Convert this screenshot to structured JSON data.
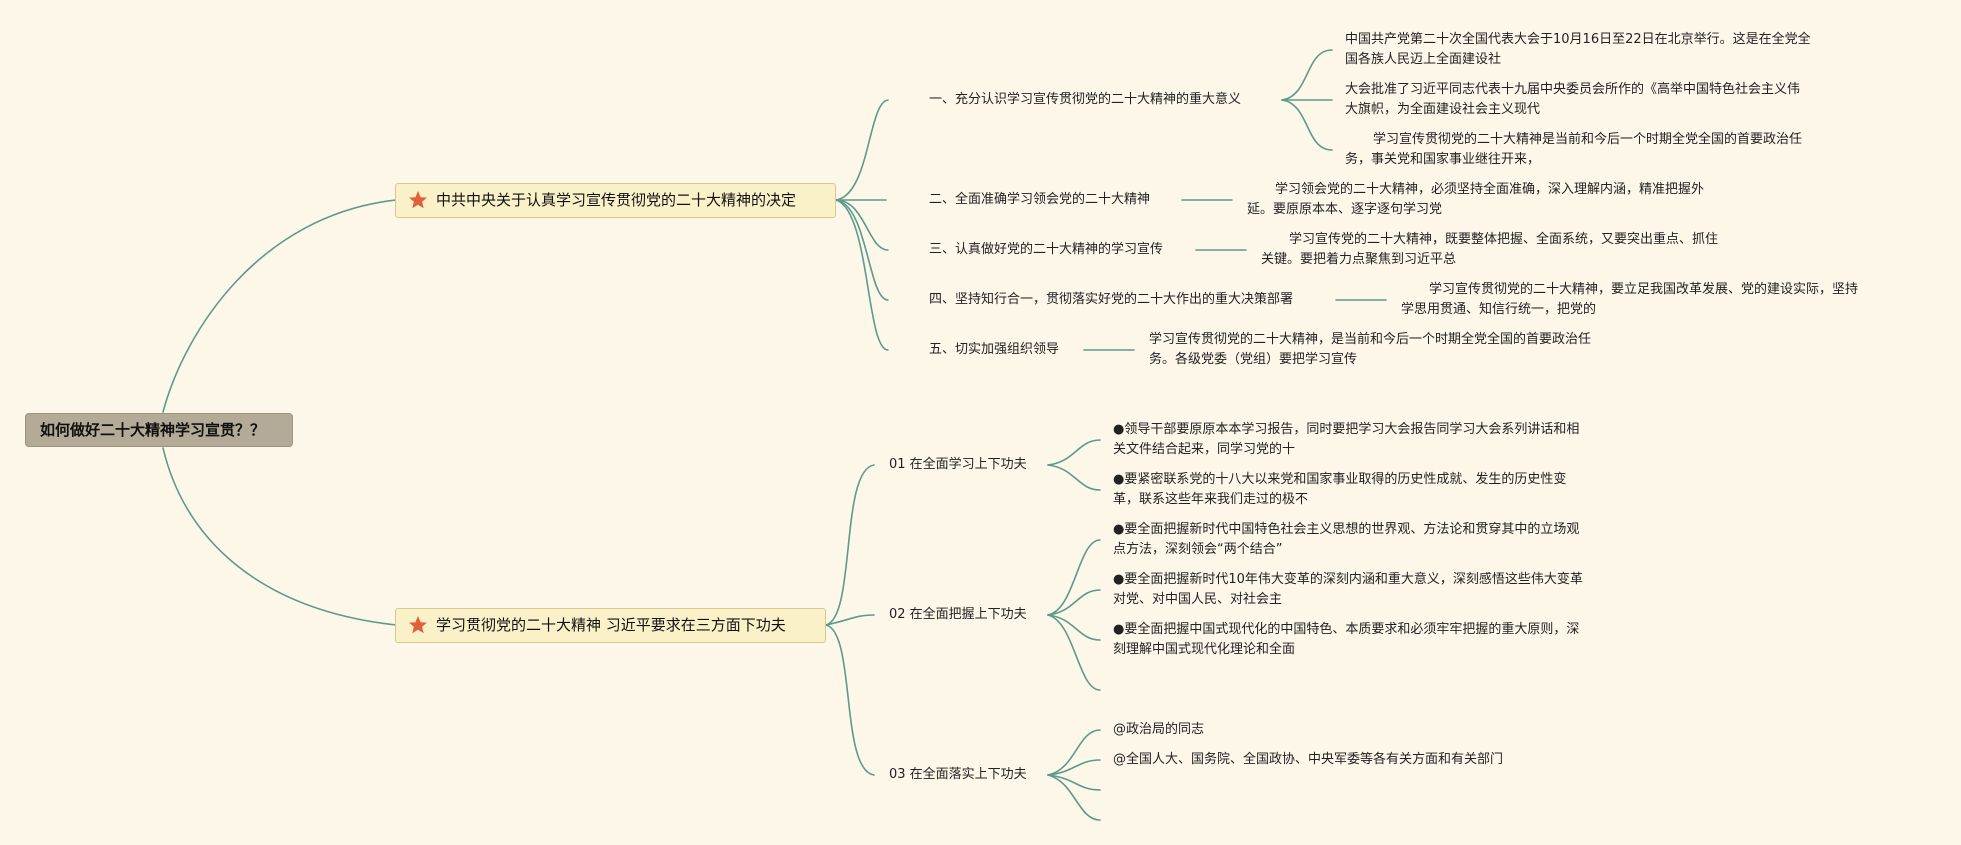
{
  "root": {
    "label": "如何做好二十大精神学习宣贯？？"
  },
  "branch1": {
    "label": "中共中央关于认真学习宣传贯彻党的二十大精神的决定",
    "icon": "star-icon",
    "sections": [
      {
        "label": "一、充分认识学习宣传贯彻党的二十大精神的重大意义",
        "leaves": [
          {
            "l1": "中国共产党第二十次全国代表大会于10月16日至22日在北京举行。这是在全党全",
            "l2": "国各族人民迈上全面建设社"
          },
          {
            "l1": "大会批准了习近平同志代表十九届中央委员会所作的《高举中国特色社会主义伟",
            "l2": "大旗帜，为全面建设社会主义现代"
          },
          {
            "l1": "学习宣传贯彻党的二十大精神是当前和今后一个时期全党全国的首要政治任",
            "l2": "务，事关党和国家事业继往开来，"
          }
        ]
      },
      {
        "label": "二、全面准确学习领会党的二十大精神",
        "leaves": [
          {
            "l1": "学习领会党的二十大精神，必须坚持全面准确，深入理解内涵，精准把握外",
            "l2": "延。要原原本本、逐字逐句学习党"
          }
        ]
      },
      {
        "label": "三、认真做好党的二十大精神的学习宣传",
        "leaves": [
          {
            "l1": "学习宣传党的二十大精神，既要整体把握、全面系统，又要突出重点、抓住",
            "l2": "关键。要把着力点聚焦到习近平总"
          }
        ]
      },
      {
        "label": "四、坚持知行合一，贯彻落实好党的二十大作出的重大决策部署",
        "leaves": [
          {
            "l1": "学习宣传贯彻党的二十大精神，要立足我国改革发展、党的建设实际，坚持",
            "l2": "学思用贯通、知信行统一，把党的"
          }
        ]
      },
      {
        "label": "五、切实加强组织领导",
        "leaves": [
          {
            "l1": "学习宣传贯彻党的二十大精神，是当前和今后一个时期全党全国的首要政治任",
            "l2": "务。各级党委（党组）要把学习宣传"
          }
        ]
      }
    ]
  },
  "branch2": {
    "label": "学习贯彻党的二十大精神 习近平要求在三方面下功夫",
    "icon": "star-icon",
    "sections": [
      {
        "label": "01 在全面学习上下功夫",
        "leaves": [
          {
            "l1": "●领导干部要原原本本学习报告，同时要把学习大会报告同学习大会系列讲话和相",
            "l2": "关文件结合起来，同学习党的十"
          },
          {
            "l1": "●要紧密联系党的十八大以来党和国家事业取得的历史性成就、发生的历史性变",
            "l2": "革，联系这些年来我们走过的极不"
          }
        ]
      },
      {
        "label": "02 在全面把握上下功夫",
        "leaves": [
          {
            "l1": "●要全面把握新时代中国特色社会主义思想的世界观、方法论和贯穿其中的立场观",
            "l2": "点方法，深刻领会“两个结合”"
          },
          {
            "l1": "●要全面把握新时代10年伟大变革的深刻内涵和重大意义，深刻感悟这些伟大变革",
            "l2": "对党、对中国人民、对社会主"
          },
          {
            "l1": "●要全面把握中国式现代化的中国特色、本质要求和必须牢牢把握的重大原则，深",
            "l2": "刻理解中国式现代化理论和全面"
          }
        ]
      },
      {
        "label": "03 在全面落实上下功夫",
        "leaves": [
          {
            "l1": "@政治局的同志",
            "l2": ""
          },
          {
            "l1": "@全国人大、国务院、全国政协、中央军委等各有关方面和有关部门",
            "l2": ""
          }
        ]
      }
    ]
  },
  "colors": {
    "line": "#5c9a8a",
    "background": "#fdf7ea",
    "root_fill": "#b3ab98",
    "main_fill": "#fbf1c9",
    "star": "#e0603a"
  }
}
